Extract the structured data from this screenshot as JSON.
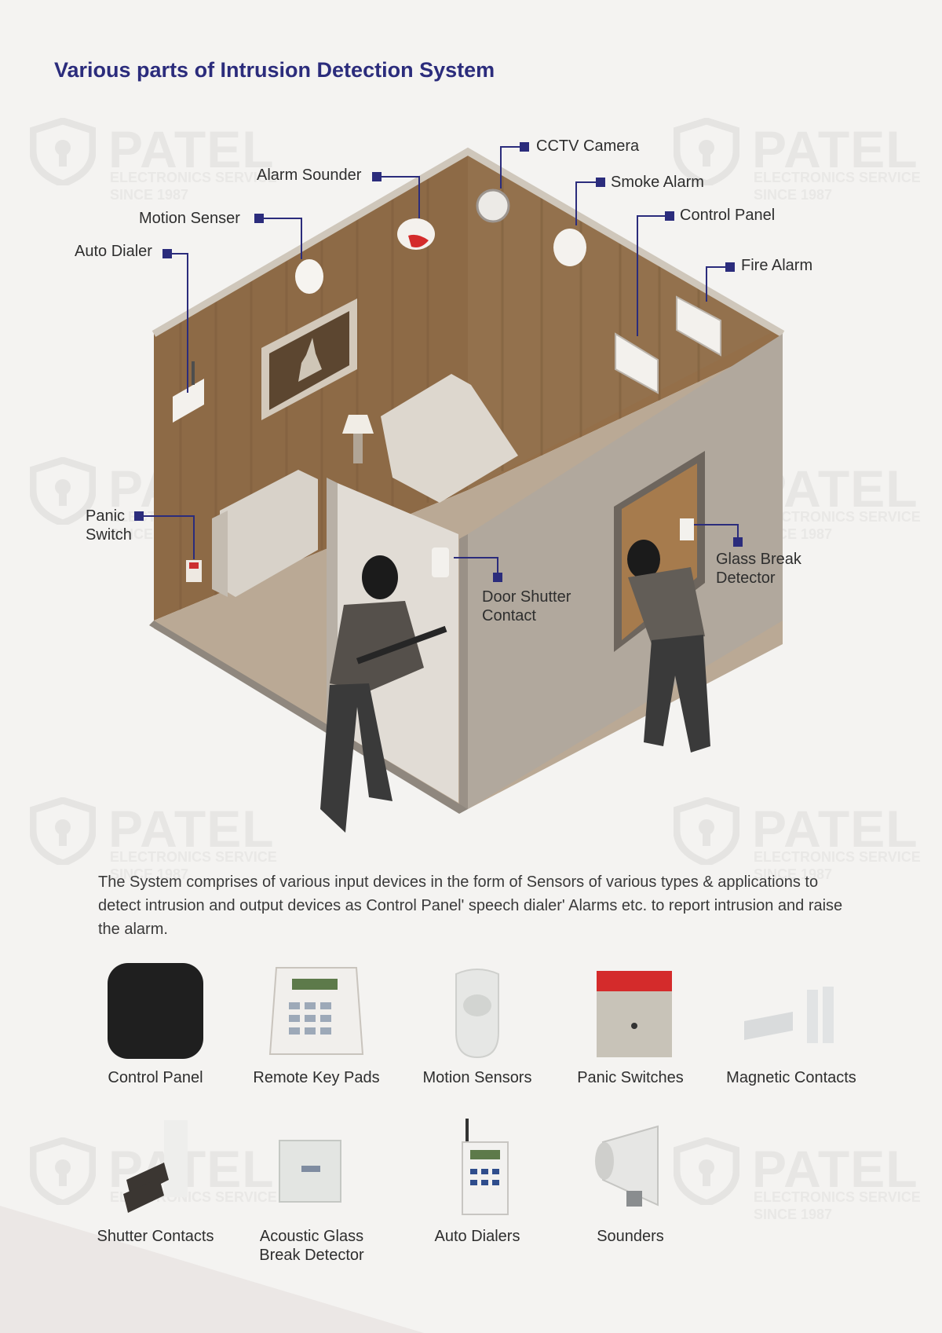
{
  "title": "Various parts of Intrusion Detection System",
  "watermark": {
    "name": "PATEL",
    "subtitle": "ELECTRONICS SERVICE",
    "year": "SINCE 1987"
  },
  "callouts": [
    {
      "id": "cctv-camera",
      "label": "CCTV Camera"
    },
    {
      "id": "alarm-sounder",
      "label": "Alarm Sounder"
    },
    {
      "id": "smoke-alarm",
      "label": "Smoke Alarm"
    },
    {
      "id": "motion-senser",
      "label": "Motion Senser"
    },
    {
      "id": "control-panel",
      "label": "Control Panel"
    },
    {
      "id": "auto-dialer",
      "label": "Auto Dialer"
    },
    {
      "id": "fire-alarm",
      "label": "Fire Alarm"
    },
    {
      "id": "panic-switch",
      "label": "Panic\nSwitch"
    },
    {
      "id": "glass-break-detector",
      "label": "Glass Break\nDetector"
    },
    {
      "id": "door-shutter-contact",
      "label": "Door Shutter\nContact"
    }
  ],
  "description": "The System comprises of various input devices in the form of Sensors of various types & applications to detect intrusion and output devices as Control Panel' speech dialer' Alarms etc. to report intrusion and raise the alarm.",
  "products_row1": [
    {
      "label": "Control Panel",
      "icon": "control-panel-icon"
    },
    {
      "label": "Remote Key Pads",
      "icon": "keypad-icon"
    },
    {
      "label": "Motion Sensors",
      "icon": "motion-sensor-icon"
    },
    {
      "label": "Panic Switches",
      "icon": "panic-switch-icon"
    },
    {
      "label": "Magnetic Contacts",
      "icon": "magnetic-contact-icon"
    }
  ],
  "products_row2": [
    {
      "label": "Shutter Contacts",
      "icon": "shutter-contact-icon"
    },
    {
      "label": "Acoustic Glass\nBreak Detector",
      "icon": "glass-break-icon"
    },
    {
      "label": "Auto Dialers",
      "icon": "auto-dialer-icon"
    },
    {
      "label": "Sounders",
      "icon": "sounder-icon"
    }
  ],
  "colors": {
    "title": "#2b2c7c",
    "callout_marker": "#2b2c7c",
    "wall": "#8c6a47",
    "floor": "#b9ab98",
    "outer_wall": "#b0a79c"
  }
}
